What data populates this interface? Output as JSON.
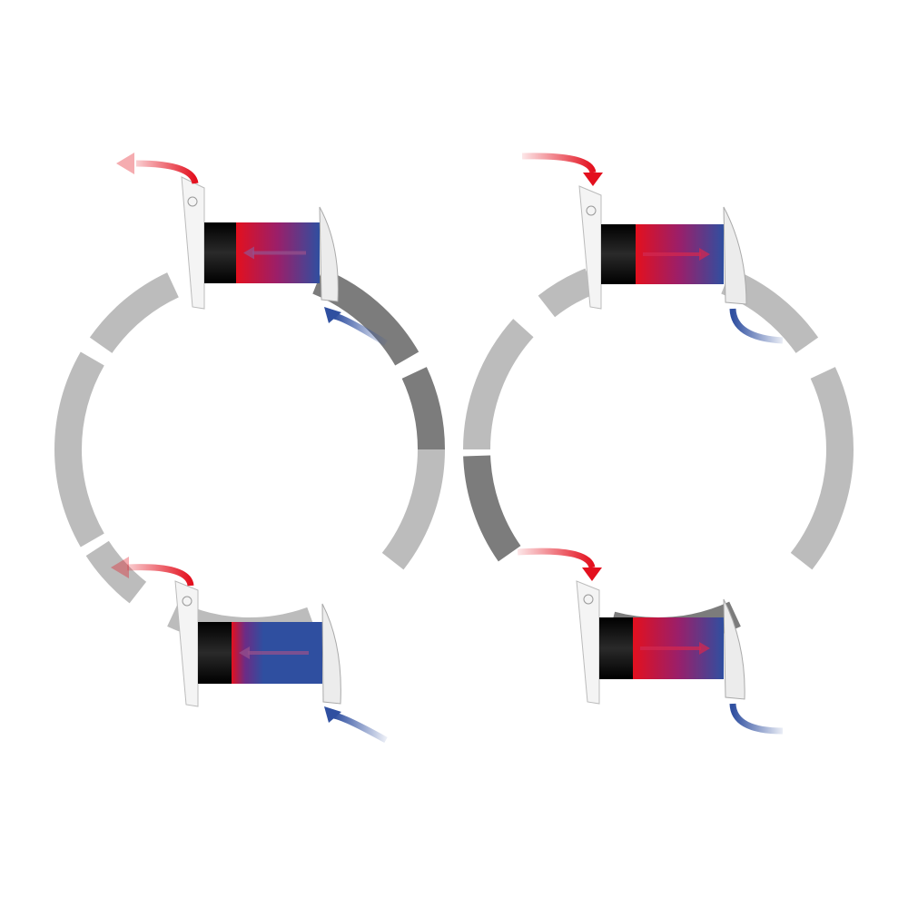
{
  "diagram": {
    "colors": {
      "warm": "#e3101e",
      "cold": "#2f4fa0",
      "arc_light": "#bcbcbc",
      "arc_dark": "#7c7c7c",
      "core": "#111111",
      "panel": "#f2f2f2"
    },
    "units": [
      {
        "id": "top-left",
        "flow": "exhaust",
        "inner_arrow": "left"
      },
      {
        "id": "top-right",
        "flow": "supply",
        "inner_arrow": "right"
      },
      {
        "id": "bottom-left",
        "flow": "exhaust",
        "inner_arrow": "left"
      },
      {
        "id": "bottom-right",
        "flow": "supply",
        "inner_arrow": "right"
      }
    ]
  }
}
